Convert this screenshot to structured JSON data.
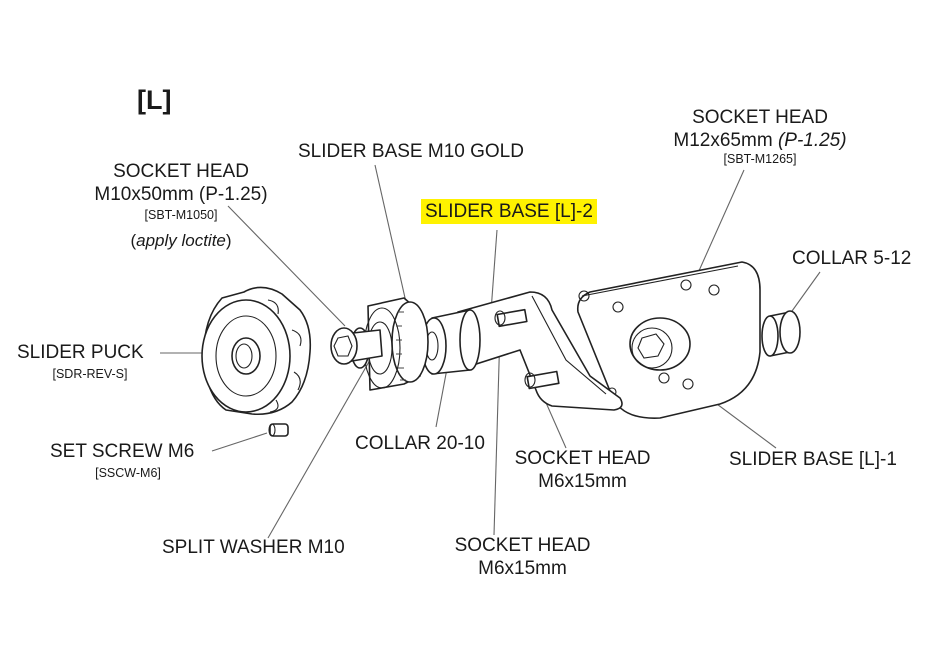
{
  "title": "[L]",
  "colors": {
    "highlight": "#fff200",
    "ink": "#1a1a1a",
    "leader": "#666666"
  },
  "labels": {
    "socket_head_m10": {
      "line1": "SOCKET HEAD",
      "line2": "M10x50mm (P-1.25)",
      "part_no": "[SBT-M1050]",
      "note_open": "(",
      "note_italic": "apply loctite",
      "note_close": ")"
    },
    "slider_base_gold": {
      "text": "SLIDER BASE M10 GOLD"
    },
    "slider_base_l2": {
      "text": "SLIDER BASE [L]-2"
    },
    "socket_head_m12": {
      "line1": "SOCKET HEAD",
      "line2_main": "M12x65mm ",
      "line2_italic": "(P-1.25)",
      "part_no": "[SBT-M1265]"
    },
    "collar_5_12": {
      "text": "COLLAR 5-12"
    },
    "slider_puck": {
      "text": "SLIDER PUCK",
      "part_no": "[SDR-REV-S]"
    },
    "set_screw": {
      "text": "SET SCREW M6",
      "part_no": "[SSCW-M6]"
    },
    "collar_20_10": {
      "text": "COLLAR 20-10"
    },
    "socket_head_m6_a": {
      "line1": "SOCKET HEAD",
      "line2": "M6x15mm"
    },
    "slider_base_l1": {
      "text": "SLIDER BASE [L]-1"
    },
    "split_washer": {
      "text": "SPLIT WASHER M10"
    },
    "socket_head_m6_b": {
      "line1": "SOCKET HEAD",
      "line2": "M6x15mm"
    }
  }
}
